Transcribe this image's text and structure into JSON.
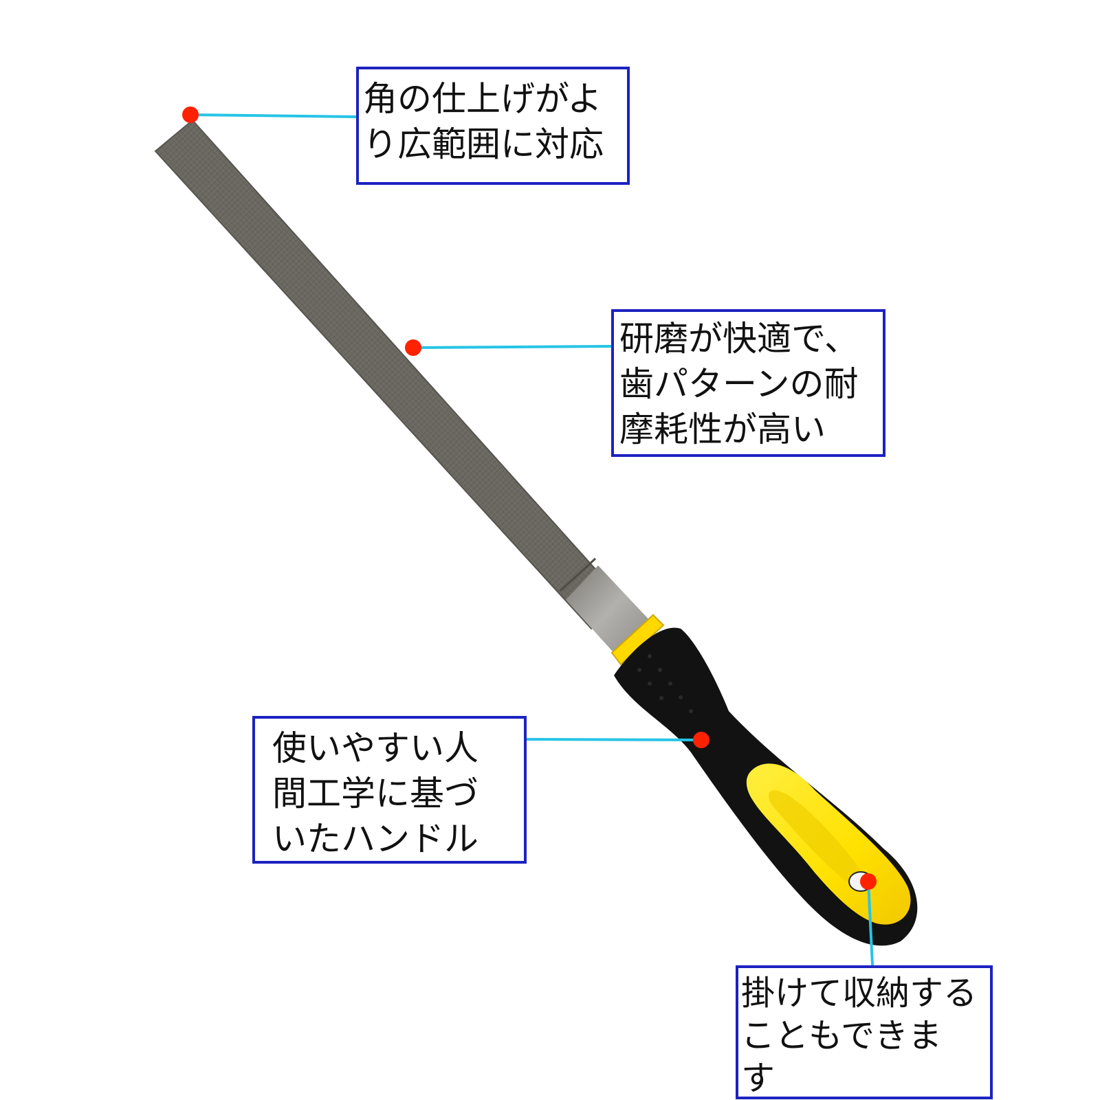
{
  "product": {
    "kind": "flat hand file",
    "colors": {
      "blade": "#6b6862",
      "blade_tang": "#9a9893",
      "handle_rubber": "#121212",
      "handle_grip": "#ffe100",
      "ferrule": "#ffd800",
      "marker_dot": "#ff2200",
      "leader_line": "#27c4e6",
      "box_border": "#1c22c0"
    }
  },
  "callouts": {
    "tip": {
      "lines": [
        "角の仕上げがよ",
        "り広範囲に対応"
      ],
      "icon": "red-marker-dot"
    },
    "teeth": {
      "lines": [
        "研磨が快適で、",
        "歯パターンの耐",
        "摩耗性が高い"
      ],
      "icon": "red-marker-dot"
    },
    "handle": {
      "lines": [
        "使いやすい人",
        "間工学に基づ",
        "いたハンドル"
      ],
      "icon": "red-marker-dot"
    },
    "hang": {
      "lines": [
        "掛けて収納する",
        "こともできま",
        "す"
      ],
      "icon": "red-marker-dot"
    }
  }
}
